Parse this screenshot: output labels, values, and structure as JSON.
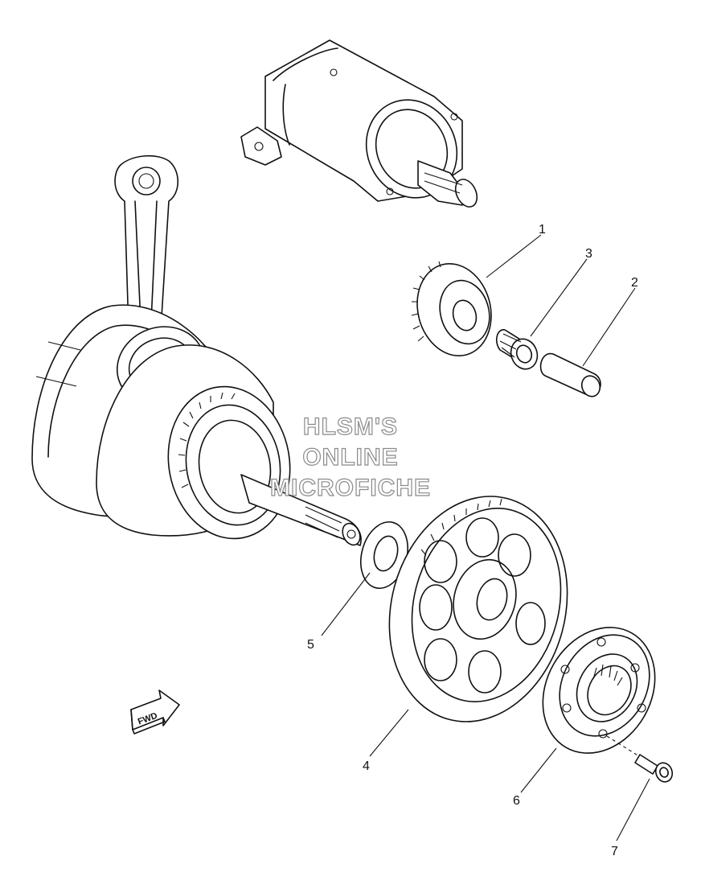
{
  "watermark": {
    "line1": "HLSM'S",
    "line2": "ONLINE",
    "line3": "MICROFICHE"
  },
  "direction_arrow": {
    "label": "FWD"
  },
  "callouts": {
    "c1": "1",
    "c2": "2",
    "c3": "3",
    "c4": "4",
    "c5": "5",
    "c6": "6",
    "c7": "7"
  }
}
